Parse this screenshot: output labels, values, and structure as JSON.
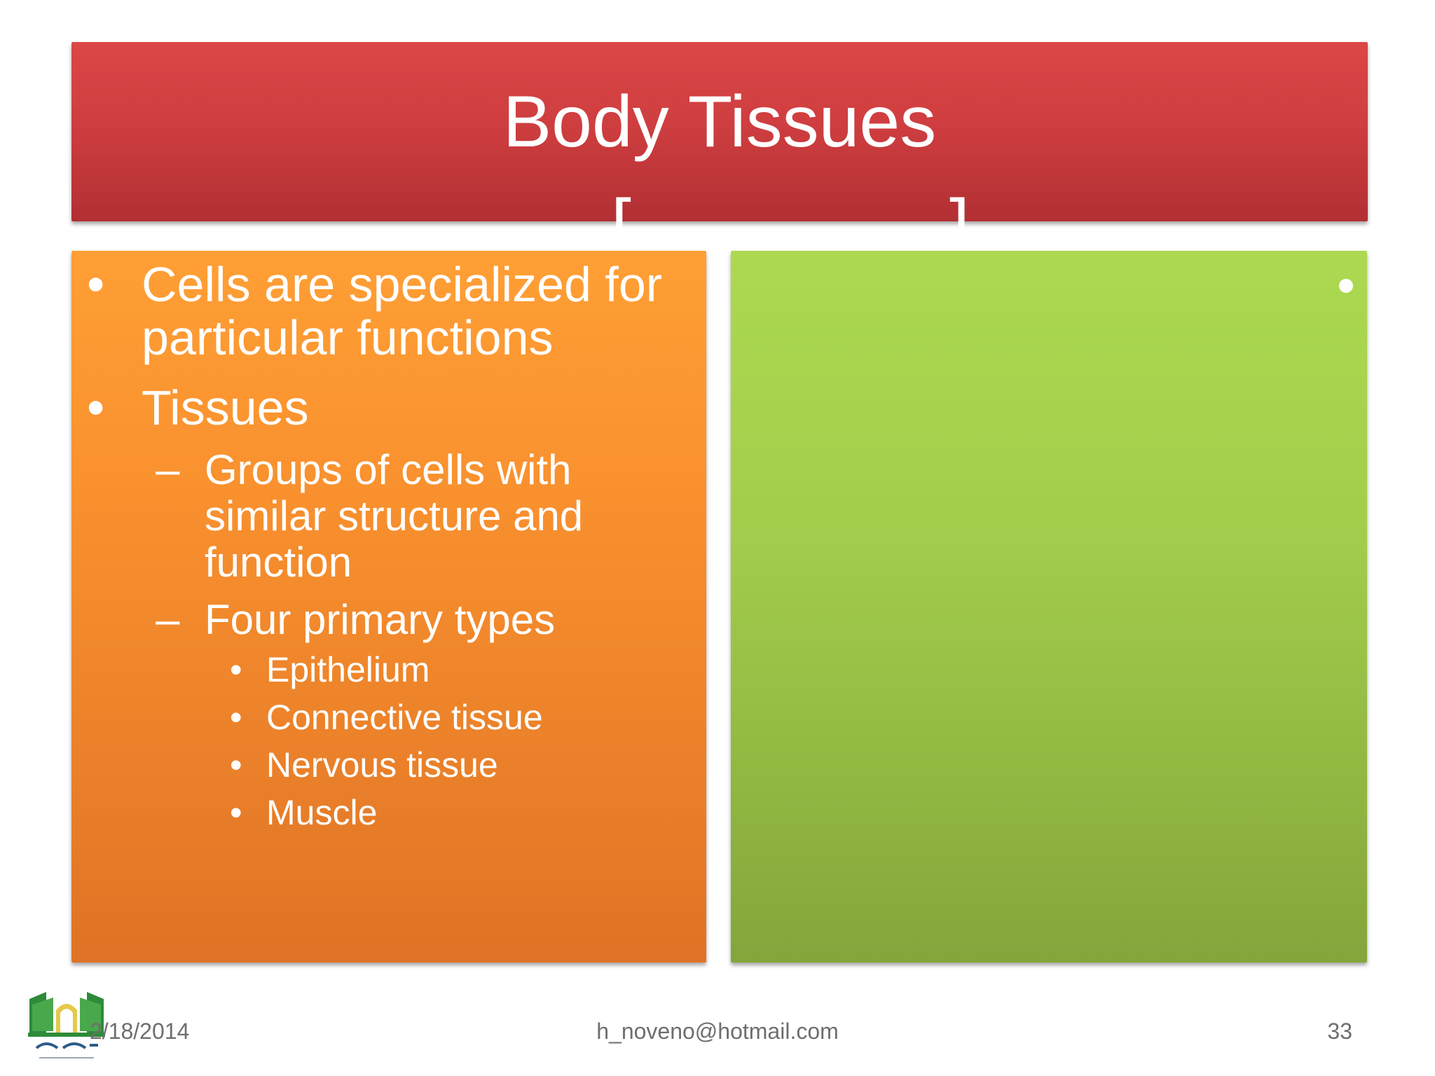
{
  "slide": {
    "title": "Body Tissues",
    "bracket_open": "[",
    "bracket_close": "]"
  },
  "left_panel": {
    "items": [
      {
        "level": 1,
        "marker": "•",
        "text": "Cells are specialized for particular functions"
      },
      {
        "level": 1,
        "marker": "•",
        "text": "Tissues"
      },
      {
        "level": 2,
        "marker": "–",
        "text": "Groups of cells with similar structure and function"
      },
      {
        "level": 2,
        "marker": "–",
        "text": "Four primary types"
      },
      {
        "level": 3,
        "marker": "•",
        "text": "Epithelium"
      },
      {
        "level": 3,
        "marker": "•",
        "text": "Connective tissue"
      },
      {
        "level": 3,
        "marker": "•",
        "text": "Nervous tissue"
      },
      {
        "level": 3,
        "marker": "•",
        "text": "Muscle"
      }
    ]
  },
  "footer": {
    "date": "2/18/2014",
    "email": "h_noveno@hotmail.com",
    "page_number": "33"
  },
  "colors": {
    "title_bar": "#cf3e40",
    "left_panel": "#f8902e",
    "right_panel": "#a2cd4c",
    "text": "#ffffff",
    "footer_text": "#6e6e6e"
  }
}
